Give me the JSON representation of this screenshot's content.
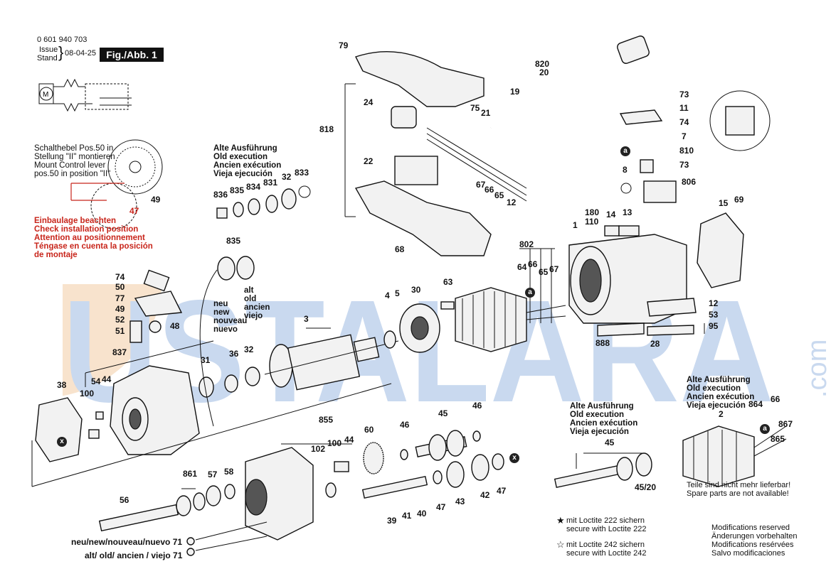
{
  "header": {
    "part_number": "0 601 940 703",
    "issue_label": "Issue",
    "stand_label": "Stand",
    "date": "08-04-25",
    "figure_label": "Fig./Abb. 1"
  },
  "watermark": {
    "text": "USTALARA",
    "suffix": ".com",
    "colors": {
      "letters": "#c9d9ef",
      "circle": "#f6dcc0"
    }
  },
  "notes": {
    "switch_note": [
      "Schalthebel Pos.50 in",
      "Stellung \"II\" montieren",
      "Mount Control lever",
      "pos.50 in position \"II\""
    ],
    "install_note": [
      "Einbaulage beachten",
      "Check installation position",
      "Attention au positionnement",
      "Téngase en cuenta la posición",
      "de montaje"
    ],
    "old_exec_1": [
      "Alte Ausführung",
      "Old execution",
      "Ancien exécution",
      "Vieja ejecución"
    ],
    "old_exec_2": [
      "Alte Ausführung",
      "Old execution",
      "Ancien exécution",
      "Vieja ejecución"
    ],
    "old_exec_3": [
      "Alte Ausführung",
      "Old execution",
      "Ancien exécution",
      "Vieja ejecución"
    ],
    "alt_old": [
      "alt",
      "old",
      "ancien",
      "viejo"
    ],
    "neu_new": [
      "neu",
      "new",
      "nouveau",
      "nuevo"
    ],
    "not_available": [
      "Teile sind nicht mehr lieferbar!",
      "Spare parts are not available!"
    ],
    "loctite_222": [
      "mit Loctite 222 sichern",
      "secure with Loctite 222"
    ],
    "loctite_242": [
      "mit Loctite 242 sichern",
      "secure with Loctite 242"
    ],
    "modifications": [
      "Modifications reserved",
      "Änderungen vorbehalten",
      "Modifications resérvées",
      "Salvo modificaciones"
    ],
    "new_71": "neu/new/nouveau/nuevo 71",
    "old_71": "alt/ old/ ancien / viejo 71"
  },
  "callouts": [
    {
      "id": "c79",
      "text": "79"
    },
    {
      "id": "c820",
      "text": "820"
    },
    {
      "id": "c20",
      "text": "20"
    },
    {
      "id": "c19",
      "text": "19"
    },
    {
      "id": "c818",
      "text": "818"
    },
    {
      "id": "c24",
      "text": "24"
    },
    {
      "id": "c75",
      "text": "75"
    },
    {
      "id": "c21",
      "text": "21"
    },
    {
      "id": "c22",
      "text": "22"
    },
    {
      "id": "c67a",
      "text": "67"
    },
    {
      "id": "c66a",
      "text": "66"
    },
    {
      "id": "c65a",
      "text": "65"
    },
    {
      "id": "c12a",
      "text": "12"
    },
    {
      "id": "c68",
      "text": "68"
    },
    {
      "id": "c73a",
      "text": "73"
    },
    {
      "id": "c11",
      "text": "11"
    },
    {
      "id": "c74a",
      "text": "74"
    },
    {
      "id": "c7",
      "text": "7"
    },
    {
      "id": "c810",
      "text": "810"
    },
    {
      "id": "c73b",
      "text": "73"
    },
    {
      "id": "c8",
      "text": "8"
    },
    {
      "id": "c806",
      "text": "806"
    },
    {
      "id": "c15",
      "text": "15"
    },
    {
      "id": "c69",
      "text": "69"
    },
    {
      "id": "c180",
      "text": "180"
    },
    {
      "id": "c110",
      "text": "110"
    },
    {
      "id": "c14",
      "text": "14"
    },
    {
      "id": "c13",
      "text": "13"
    },
    {
      "id": "c1",
      "text": "1"
    },
    {
      "id": "c802",
      "text": "802"
    },
    {
      "id": "c64",
      "text": "64"
    },
    {
      "id": "c66b",
      "text": "66"
    },
    {
      "id": "c65b",
      "text": "65"
    },
    {
      "id": "c67b",
      "text": "67"
    },
    {
      "id": "c12b",
      "text": "12"
    },
    {
      "id": "c53",
      "text": "53"
    },
    {
      "id": "c95",
      "text": "95"
    },
    {
      "id": "c888",
      "text": "888"
    },
    {
      "id": "c28",
      "text": "28"
    },
    {
      "id": "c836",
      "text": "836"
    },
    {
      "id": "c835a",
      "text": "835"
    },
    {
      "id": "c834",
      "text": "834"
    },
    {
      "id": "c831",
      "text": "831"
    },
    {
      "id": "c32a",
      "text": "32"
    },
    {
      "id": "c833",
      "text": "833"
    },
    {
      "id": "c835b",
      "text": "835"
    },
    {
      "id": "c74b",
      "text": "74"
    },
    {
      "id": "c50",
      "text": "50"
    },
    {
      "id": "c77",
      "text": "77"
    },
    {
      "id": "c49a",
      "text": "49"
    },
    {
      "id": "c52",
      "text": "52"
    },
    {
      "id": "c51",
      "text": "51"
    },
    {
      "id": "c48",
      "text": "48"
    },
    {
      "id": "c49b",
      "text": "49"
    },
    {
      "id": "c47a",
      "text": "47"
    },
    {
      "id": "c4",
      "text": "4"
    },
    {
      "id": "c5",
      "text": "5"
    },
    {
      "id": "c30",
      "text": "30"
    },
    {
      "id": "c63",
      "text": "63"
    },
    {
      "id": "c3",
      "text": "3"
    },
    {
      "id": "c837",
      "text": "837"
    },
    {
      "id": "c31",
      "text": "31"
    },
    {
      "id": "c36",
      "text": "36"
    },
    {
      "id": "c32b",
      "text": "32"
    },
    {
      "id": "c54",
      "text": "54"
    },
    {
      "id": "c44a",
      "text": "44"
    },
    {
      "id": "c100a",
      "text": "100"
    },
    {
      "id": "c38",
      "text": "38"
    },
    {
      "id": "c855",
      "text": "855"
    },
    {
      "id": "c102",
      "text": "102"
    },
    {
      "id": "c100b",
      "text": "100"
    },
    {
      "id": "c44b",
      "text": "44"
    },
    {
      "id": "c60",
      "text": "60"
    },
    {
      "id": "c46a",
      "text": "46"
    },
    {
      "id": "c45a",
      "text": "45"
    },
    {
      "id": "c46b",
      "text": "46"
    },
    {
      "id": "c861",
      "text": "861"
    },
    {
      "id": "c57",
      "text": "57"
    },
    {
      "id": "c58",
      "text": "58"
    },
    {
      "id": "c56",
      "text": "56"
    },
    {
      "id": "c39",
      "text": "39"
    },
    {
      "id": "c41",
      "text": "41"
    },
    {
      "id": "c40",
      "text": "40"
    },
    {
      "id": "c47b",
      "text": "47"
    },
    {
      "id": "c43",
      "text": "43"
    },
    {
      "id": "c42",
      "text": "42"
    },
    {
      "id": "c47c",
      "text": "47"
    },
    {
      "id": "c45b",
      "text": "45"
    },
    {
      "id": "c4520",
      "text": "45/20"
    },
    {
      "id": "c2",
      "text": "2"
    },
    {
      "id": "c864",
      "text": "864"
    },
    {
      "id": "c66c",
      "text": "66"
    },
    {
      "id": "c867",
      "text": "867"
    },
    {
      "id": "c865",
      "text": "865"
    }
  ],
  "markers": {
    "a": "a",
    "x": "x"
  }
}
